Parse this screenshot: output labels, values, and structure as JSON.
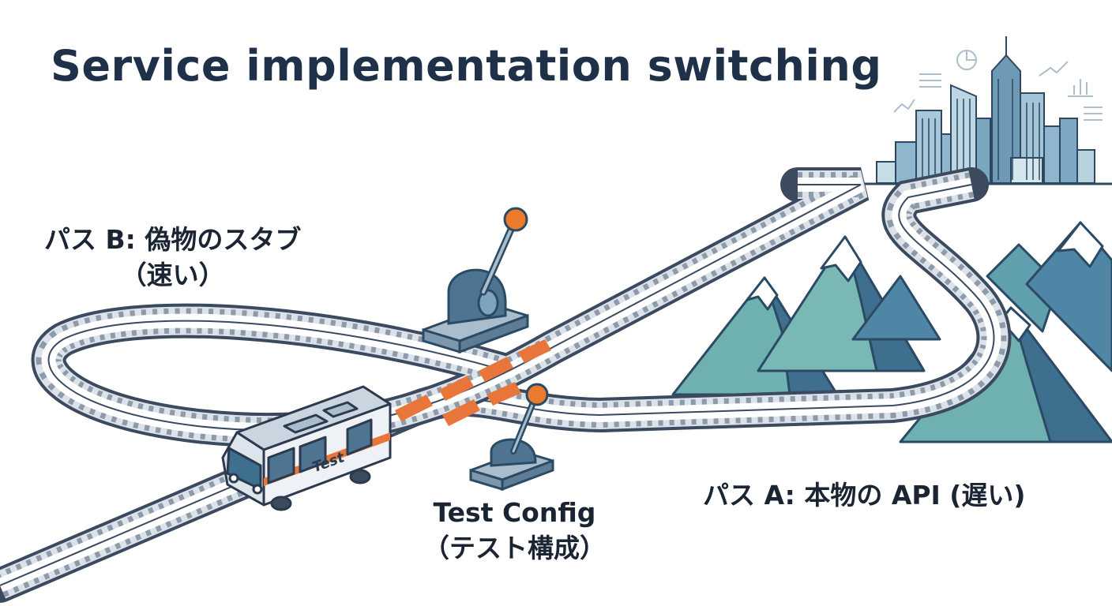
{
  "title": "Service implementation switching",
  "labels": {
    "path_b_line1": "パス B: 偽物のスタブ",
    "path_b_line2": "（速い）",
    "path_a": "パス A: 本物の API (遅い)",
    "config_line1": "Test Config",
    "config_line2": "（テスト構成）"
  },
  "train_text": "Test",
  "colors": {
    "title": "#1e3148",
    "rail": "#3b4a5e",
    "sleeper": "#c9d2dc",
    "switch_orange": "#e8763a",
    "lever_knob": "#ec7a2c",
    "mountain_dark": "#3f6f8f",
    "mountain_light": "#6fb1b0",
    "city": "#7ca8c4",
    "train_body": "#eef2f6",
    "train_stripe": "#e8763a"
  },
  "icons": [
    "switch-lever-icon",
    "train-icon",
    "mountain-icon",
    "city-skyline-icon",
    "pie-chart-icon",
    "bar-chart-icon",
    "line-chart-icon"
  ]
}
